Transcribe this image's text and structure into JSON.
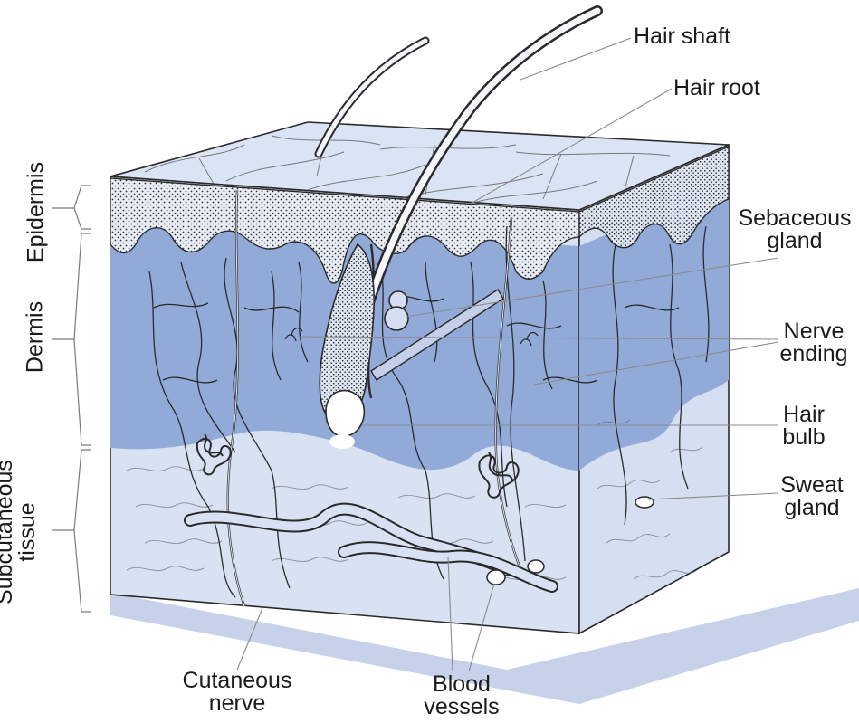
{
  "labels": {
    "hair_shaft": "Hair shaft",
    "hair_root": "Hair root",
    "sebaceous_gland": [
      "Sebaceous",
      "gland"
    ],
    "nerve_ending": [
      "Nerve",
      "ending"
    ],
    "hair_bulb": [
      "Hair",
      "bulb"
    ],
    "sweat_gland": [
      "Sweat",
      "gland"
    ],
    "cutaneous_nerve": [
      "Cutaneous",
      "nerve"
    ],
    "blood_vessels": [
      "Blood",
      "vessels"
    ]
  },
  "layers": {
    "epidermis": "Epidermis",
    "dermis": "Dermis",
    "subcutaneous": [
      "Subcutaneous",
      "tissue"
    ]
  },
  "colors": {
    "dermis_blue": "#92aad8",
    "pale_blue": "#d6e0f2",
    "line": "#2a2a2a"
  }
}
